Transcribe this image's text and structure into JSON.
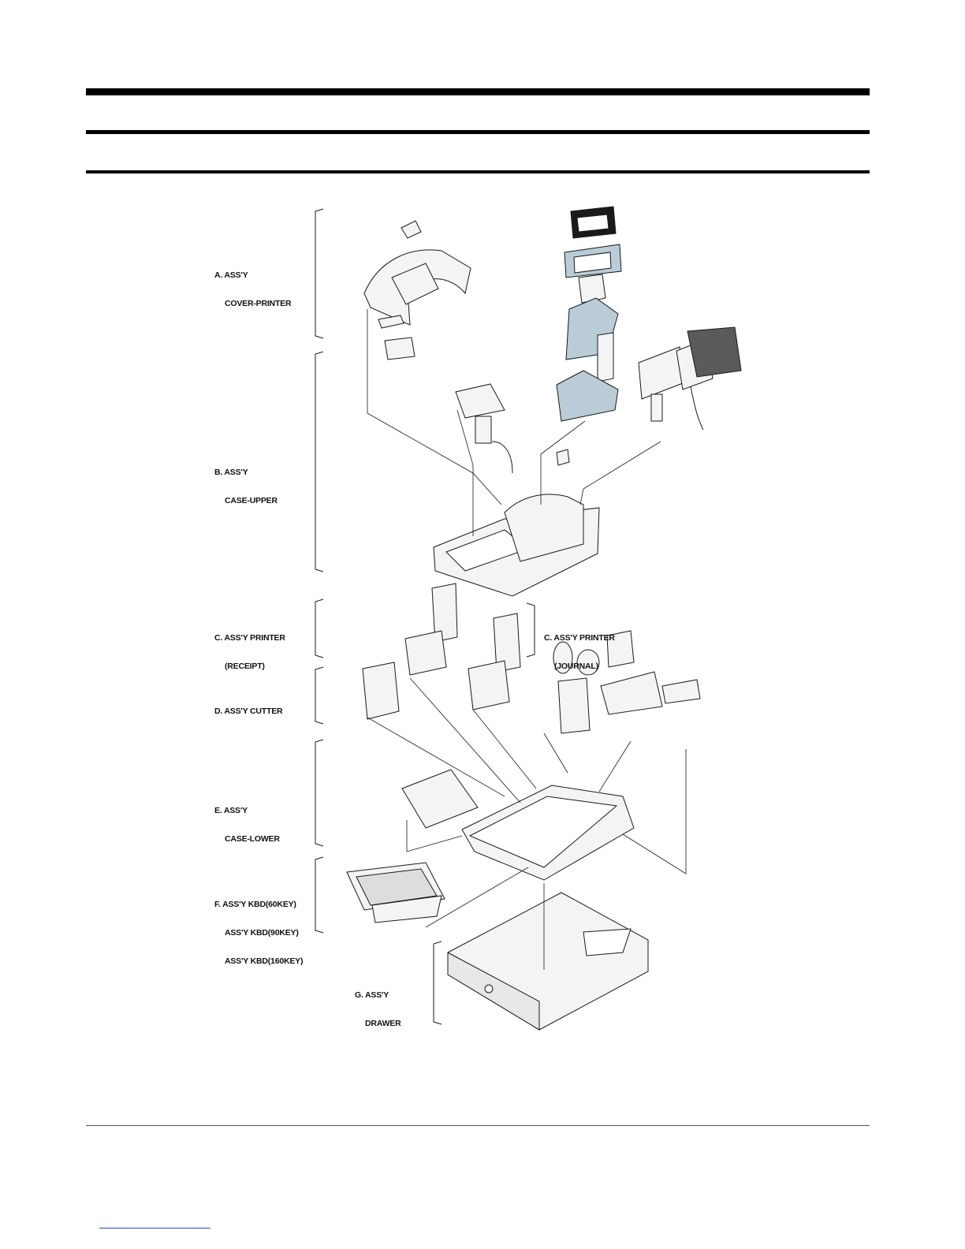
{
  "assemblies": [
    {
      "id": "a",
      "line1": "A. ASS'Y",
      "line2": "COVER-PRINTER"
    },
    {
      "id": "b",
      "line1": "B. ASS'Y",
      "line2": "CASE-UPPER"
    },
    {
      "id": "c-receipt",
      "line1": "C. ASS'Y PRINTER",
      "line2": "(RECEIPT)"
    },
    {
      "id": "c-journal",
      "line1": "C. ASS'Y PRINTER",
      "line2": "(JOURNAL)"
    },
    {
      "id": "d",
      "line1": "D. ASS'Y CUTTER"
    },
    {
      "id": "e",
      "line1": "E. ASS'Y",
      "line2": "CASE-LOWER"
    },
    {
      "id": "f",
      "line1": "F. ASS'Y KBD(60KEY)",
      "line2": "ASS'Y KBD(90KEY)",
      "line3": "ASS'Y KBD(160KEY)"
    },
    {
      "id": "g",
      "line1": "G. ASS'Y",
      "line2": "DRAWER"
    }
  ],
  "colors": {
    "ink": "#1a1a1a",
    "part_fill": "#f4f4f4",
    "highlight_fill": "#b9ccd8",
    "dark_fill": "#5a5a5a",
    "link": "#2a3fd8"
  }
}
